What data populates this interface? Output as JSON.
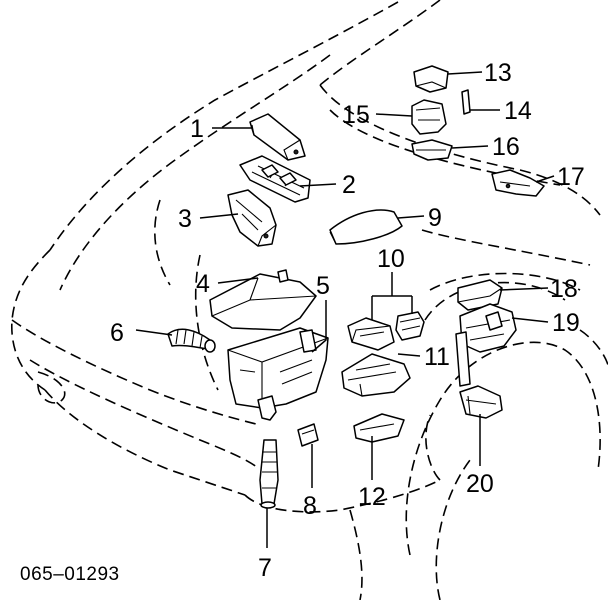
{
  "diagram": {
    "reference_code": "065–01293",
    "callouts": [
      {
        "id": "1",
        "label": "1"
      },
      {
        "id": "2",
        "label": "2"
      },
      {
        "id": "3",
        "label": "3"
      },
      {
        "id": "4",
        "label": "4"
      },
      {
        "id": "5",
        "label": "5"
      },
      {
        "id": "6",
        "label": "6"
      },
      {
        "id": "7",
        "label": "7"
      },
      {
        "id": "8",
        "label": "8"
      },
      {
        "id": "9",
        "label": "9"
      },
      {
        "id": "10",
        "label": "10"
      },
      {
        "id": "11",
        "label": "11"
      },
      {
        "id": "12",
        "label": "12"
      },
      {
        "id": "13",
        "label": "13"
      },
      {
        "id": "14",
        "label": "14"
      },
      {
        "id": "15",
        "label": "15"
      },
      {
        "id": "16",
        "label": "16"
      },
      {
        "id": "17",
        "label": "17"
      },
      {
        "id": "18",
        "label": "18"
      },
      {
        "id": "19",
        "label": "19"
      },
      {
        "id": "20",
        "label": "20"
      }
    ]
  }
}
